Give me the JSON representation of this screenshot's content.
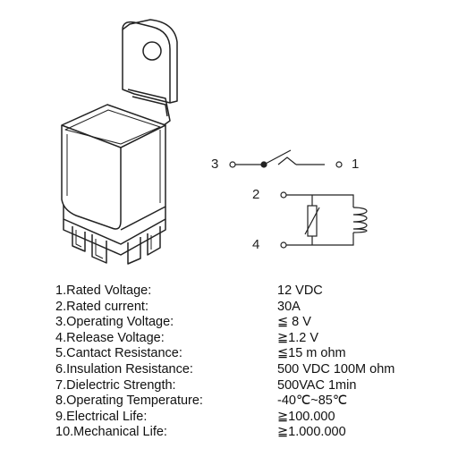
{
  "diagram": {
    "pins": {
      "p3": "3",
      "p1": "1",
      "p2": "2",
      "p4": "4"
    }
  },
  "specs": [
    {
      "label": "1.Rated Voltage:",
      "value": "12 VDC"
    },
    {
      "label": "2.Rated current:",
      "value": "30A"
    },
    {
      "label": "3.Operating Voltage:",
      "value": "≦ 8 V"
    },
    {
      "label": "4.Release Voltage:",
      "value": "≧1.2 V"
    },
    {
      "label": "5.Cantact Resistance:",
      "value": "≦15 m ohm"
    },
    {
      "label": "6.Insulation Resistance:",
      "value": "500 VDC 100M ohm"
    },
    {
      "label": "7.Dielectric Strength:",
      "value": "500VAC 1min"
    },
    {
      "label": "8.Operating Temperature:",
      "value": "-40℃~85℃"
    },
    {
      "label": "9.Electrical Life:",
      "value": "≧100.000"
    },
    {
      "label": "10.Mechanical Life:",
      "value": "≧1.000.000"
    }
  ]
}
